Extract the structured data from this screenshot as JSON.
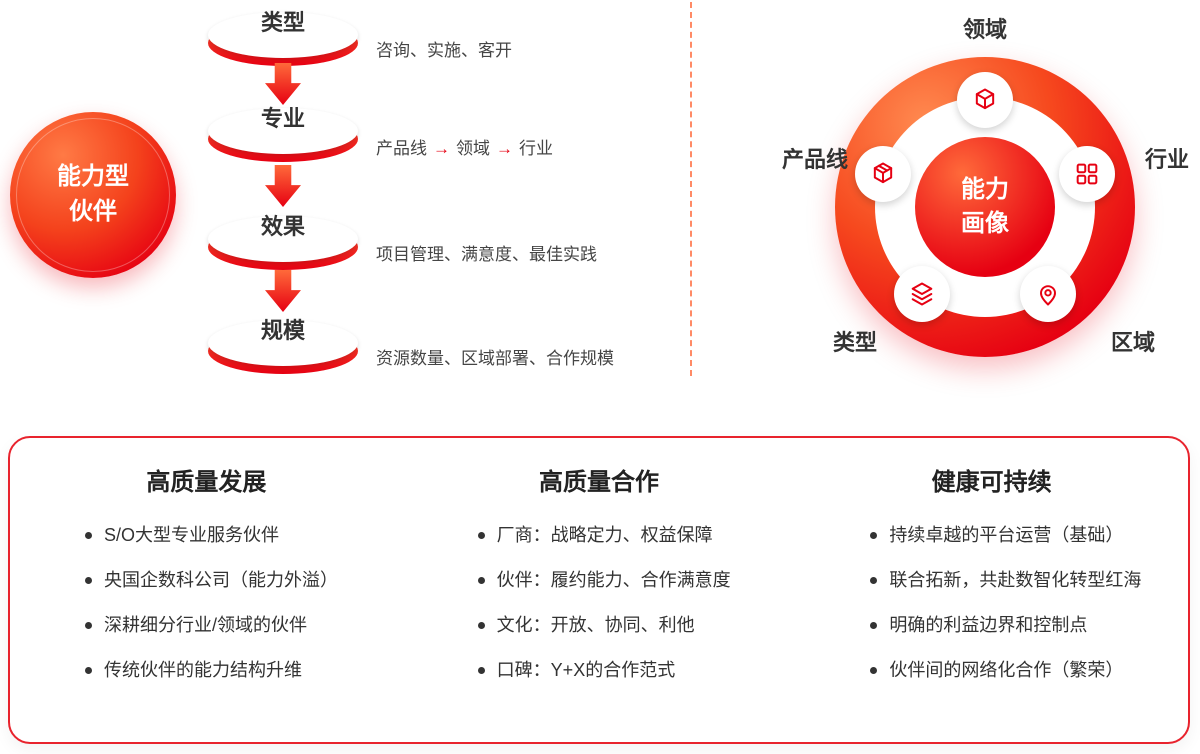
{
  "colors": {
    "accent": "#E60012",
    "accent_light": "#FF5A33",
    "text_dark": "#333333"
  },
  "partner_bubble": {
    "line1": "能力型",
    "line2": "伙伴"
  },
  "funnel": {
    "steps": [
      {
        "label": "类型",
        "desc": "咨询、实施、客开"
      },
      {
        "label": "专业",
        "parts": [
          "产品线",
          "领域",
          "行业"
        ],
        "arrow": "→"
      },
      {
        "label": "效果",
        "desc": "项目管理、满意度、最佳实践"
      },
      {
        "label": "规模",
        "desc": "资源数量、区域部署、合作规模"
      }
    ]
  },
  "radar": {
    "center": {
      "line1": "能力",
      "line2": "画像"
    },
    "labels": {
      "top": "领域",
      "left": "产品线",
      "right": "行业",
      "bottom_left": "类型",
      "bottom_right": "区域"
    },
    "icons": [
      "cube-icon",
      "package-icon",
      "grid-icon",
      "layers-icon",
      "location-pin-icon"
    ]
  },
  "cards": [
    {
      "title": "高质量发展",
      "items": [
        "S/O大型专业服务伙伴",
        "央国企数科公司（能力外溢）",
        "深耕细分行业/领域的伙伴",
        "传统伙伴的能力结构升维"
      ]
    },
    {
      "title": "高质量合作",
      "items": [
        "厂商：战略定力、权益保障",
        "伙伴：履约能力、合作满意度",
        "文化：开放、协同、利他",
        "口碑：Y+X的合作范式"
      ]
    },
    {
      "title": "健康可持续",
      "items": [
        "持续卓越的平台运营（基础）",
        "联合拓新，共赴数智化转型红海",
        "明确的利益边界和控制点",
        "伙伴间的网络化合作（繁荣）"
      ]
    }
  ]
}
